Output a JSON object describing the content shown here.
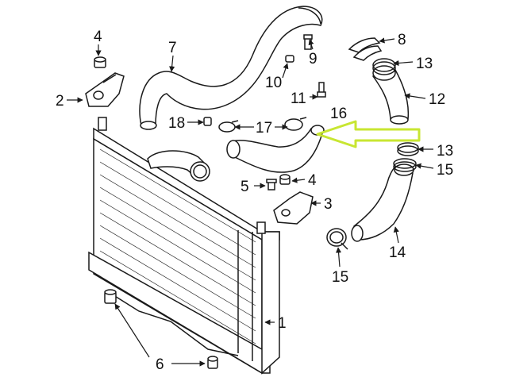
{
  "labels": {
    "n1": "1",
    "n2": "2",
    "n3": "3",
    "n4a": "4",
    "n4b": "4",
    "n5": "5",
    "n6": "6",
    "n7": "7",
    "n8": "8",
    "n9": "9",
    "n10": "10",
    "n11": "11",
    "n12": "12",
    "n13a": "13",
    "n13b": "13",
    "n14": "14",
    "n15a": "15",
    "n15b": "15",
    "n16": "16",
    "n17": "17",
    "n18": "18"
  },
  "colors": {
    "line": "#1a1a1a",
    "highlight_arrow": "#c8e632",
    "background": "#ffffff"
  }
}
